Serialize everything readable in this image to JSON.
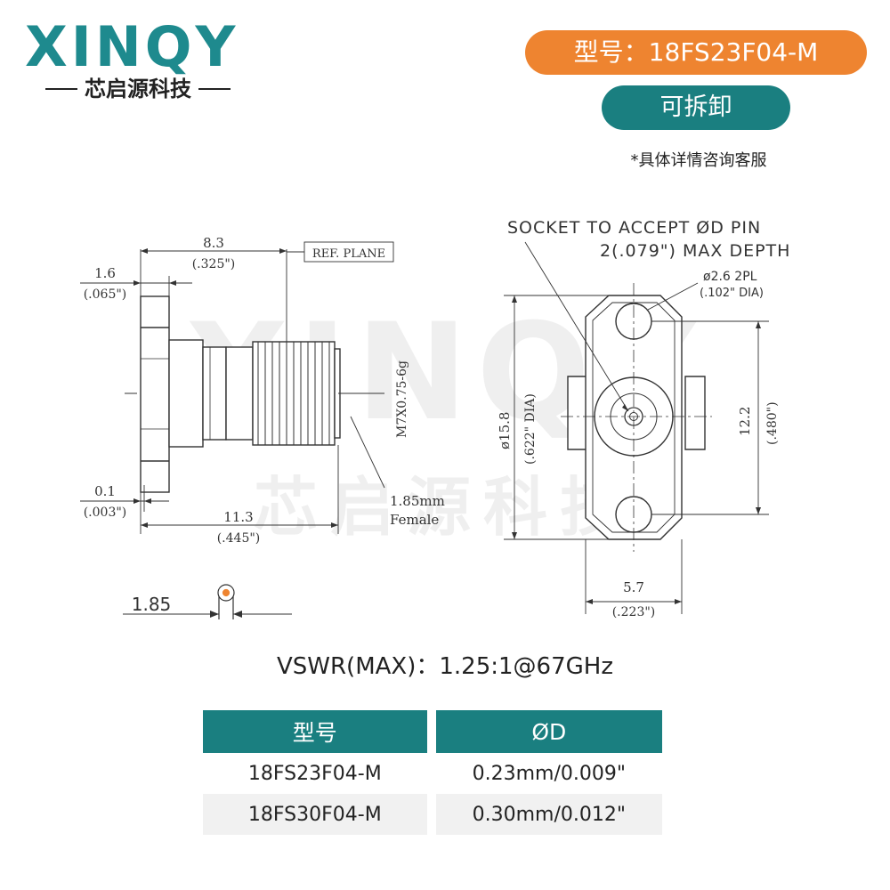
{
  "brand": {
    "logo_text": "XINQY",
    "company_name": "芯启源科技"
  },
  "header": {
    "model_badge": "型号：18FS23F04-M",
    "removable_badge": "可拆卸",
    "service_note": "*具体详情咨询客服"
  },
  "watermark": {
    "logo_text": "XINQY",
    "company_name": "芯启源科技"
  },
  "side_view": {
    "dim_total_flange": "8.3",
    "dim_total_flange_in": "(.325\")",
    "dim_flange": "1.6",
    "dim_flange_in": "(.065\")",
    "ref_plane": "REF. PLANE",
    "thread": "M7X0.75-6g",
    "dim_step": "0.1",
    "dim_step_in": "(.003\")",
    "dim_total": "11.3",
    "dim_total_in": "(.445\")",
    "interface_size": "1.85mm",
    "interface_gender": "Female"
  },
  "front_view": {
    "socket_note_line1": "SOCKET TO ACCEPT ØD PIN",
    "socket_note_line2": "2(.079\") MAX DEPTH",
    "hole_dia": "ø2.6 2PL",
    "hole_dia_in": "(.102\" DIA)",
    "dim_height": "ø15.8",
    "dim_height_in": "(.622\" DIA)",
    "dim_spacing": "12.2",
    "dim_spacing_in": "(.480\")",
    "dim_width": "5.7",
    "dim_width_in": "(.223\")"
  },
  "pin_detail": {
    "size": "1.85"
  },
  "vswr": "VSWR(MAX)：1.25:1@67GHz",
  "table": {
    "headers": [
      "型号",
      "ØD"
    ],
    "rows": [
      [
        "18FS23F04-M",
        "0.23mm/0.009\""
      ],
      [
        "18FS30F04-M",
        "0.30mm/0.012\""
      ]
    ]
  },
  "colors": {
    "teal": "#1a7f80",
    "orange": "#ee8430"
  }
}
